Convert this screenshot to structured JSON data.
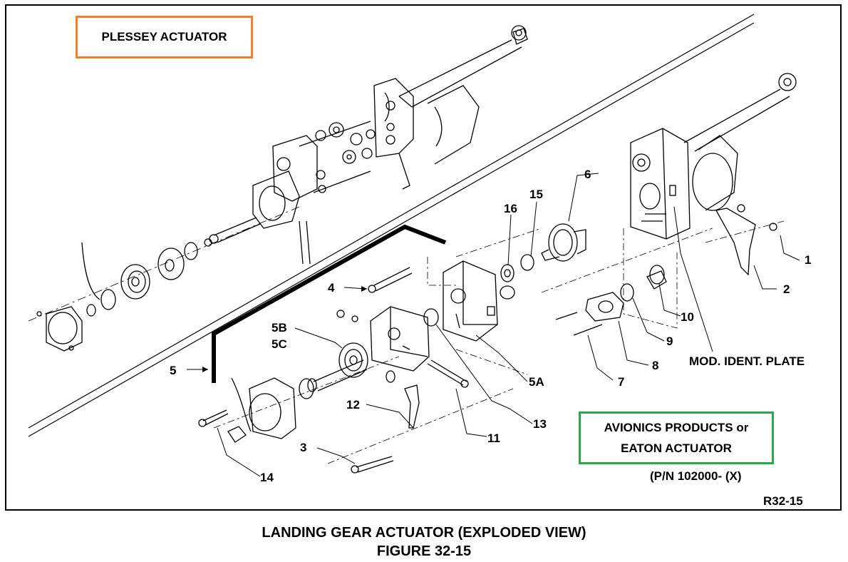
{
  "diagram": {
    "plessey_label": "PLESSEY ACTUATOR",
    "avionics_label_line1": "AVIONICS PRODUCTS or",
    "avionics_label_line2": "EATON ACTUATOR",
    "part_number": "(P/N 102000- (X)",
    "ref_code": "R32-15",
    "mod_ident_plate": "MOD. IDENT. PLATE",
    "callouts": {
      "c1": "1",
      "c2": "2",
      "c3": "3",
      "c4": "4",
      "c5": "5",
      "c5a": "5A",
      "c5b": "5B",
      "c5c": "5C",
      "c6": "6",
      "c7": "7",
      "c8": "8",
      "c9": "9",
      "c10": "10",
      "c11": "11",
      "c12": "12",
      "c13": "13",
      "c14": "14",
      "c15": "15",
      "c16": "16"
    },
    "colors": {
      "plessey_box": "#f07f2e",
      "avionics_box": "#2aa84a"
    }
  },
  "caption": {
    "title": "LANDING GEAR ACTUATOR (EXPLODED VIEW)",
    "figure": "FIGURE 32-15"
  }
}
